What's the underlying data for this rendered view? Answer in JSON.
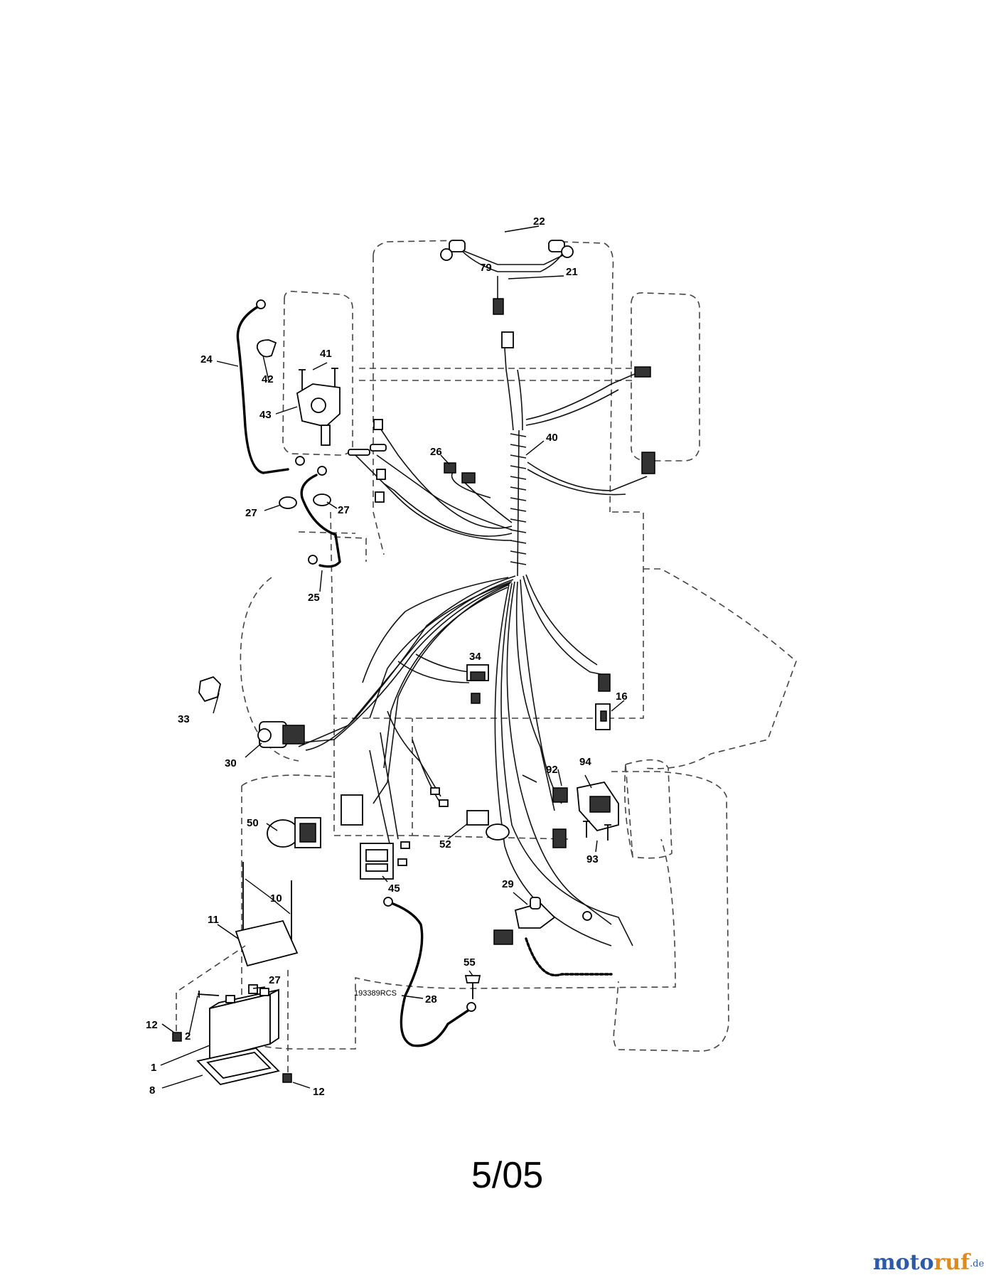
{
  "diagram": {
    "callouts": {
      "c22": "22",
      "c79": "79",
      "c21": "21",
      "c24": "24",
      "c41": "41",
      "c42": "42",
      "c43": "43",
      "c26": "26",
      "c40": "40",
      "c27a": "27",
      "c27b": "27",
      "c25": "25",
      "c34": "34",
      "c16": "16",
      "c33": "33",
      "c30": "30",
      "c92": "92",
      "c94": "94",
      "c93": "93",
      "c50": "50",
      "c52": "52",
      "c45": "45",
      "c29": "29",
      "c10": "10",
      "c11": "11",
      "c27c": "27",
      "c55": "55",
      "c28": "28",
      "c12a": "12",
      "c2": "2",
      "c1": "1",
      "c8": "8",
      "c12b": "12"
    },
    "drawing_code": "193389RCS",
    "page_number": "5/05"
  },
  "watermark": {
    "part_a": "moto",
    "part_b": "ruf",
    "suffix": ".de"
  }
}
